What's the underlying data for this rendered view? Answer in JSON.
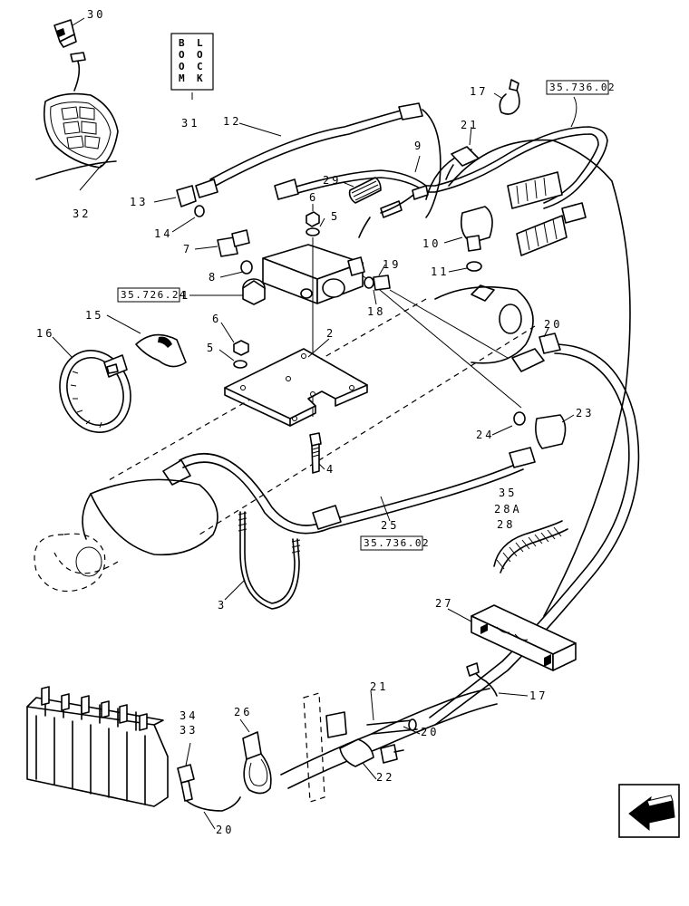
{
  "decal_letters": {
    "col1": [
      "B",
      "O",
      "O",
      "M"
    ],
    "col2": [
      "L",
      "O",
      "C",
      "K"
    ]
  },
  "callouts": {
    "c1": "1",
    "c2": "2",
    "c3": "3",
    "c4": "4",
    "c5a": "5",
    "c5b": "5",
    "c6a": "6",
    "c6b": "6",
    "c7": "7",
    "c8": "8",
    "c9": "9",
    "c10": "10",
    "c11": "11",
    "c12": "12",
    "c13": "13",
    "c14": "14",
    "c15": "15",
    "c16": "16",
    "c17a": "17",
    "c17b": "17",
    "c18": "18",
    "c19": "19",
    "c20a": "20",
    "c20b": "20",
    "c20c": "20",
    "c21a": "21",
    "c21b": "21",
    "c22": "22",
    "c23": "23",
    "c24": "24",
    "c25": "25",
    "c26": "26",
    "c27": "27",
    "c28": "28",
    "c28a": "28A",
    "c29": "29",
    "c30": "30",
    "c31": "31",
    "c32": "32",
    "c33": "33",
    "c34": "34",
    "c35": "35"
  },
  "references": {
    "ref_top": "35.736.02",
    "ref_valve": "35.726.24",
    "ref_hose": "35.736.02"
  },
  "nav": {
    "icon": "back-arrow-icon"
  }
}
